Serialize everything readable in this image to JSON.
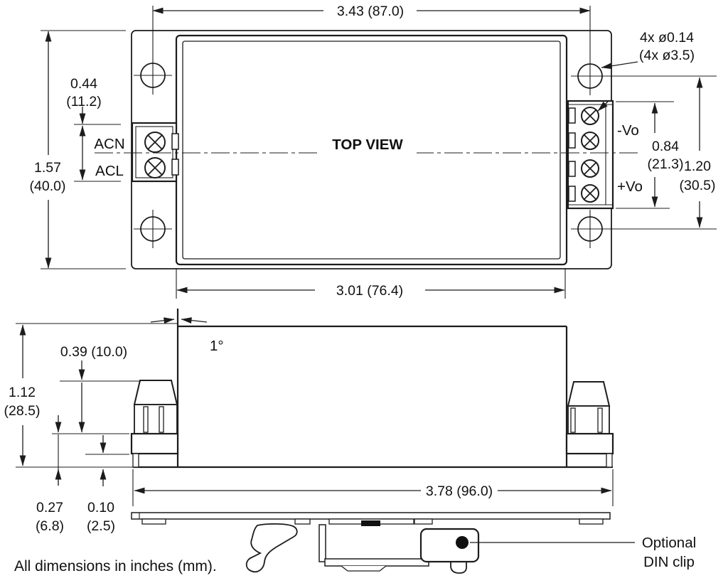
{
  "drawing": {
    "top_view": {
      "title": "TOP VIEW",
      "dim_hole_span": "3.43 (87.0)",
      "dim_body_width": "3.01 (76.4)",
      "dim_height_in": "1.57",
      "dim_height_mm": "(40.0)",
      "dim_ac_block_in": "0.44",
      "dim_ac_block_mm": "(11.2)",
      "dim_dc_block_in": "0.84",
      "dim_dc_block_mm": "(21.3)",
      "dim_hole_vspan_in": "1.20",
      "dim_hole_vspan_mm": "(30.5)",
      "hole_callout_line1": "4x ø0.14",
      "hole_callout_line2": "(4x ø3.5)",
      "terminal_acn": "ACN",
      "terminal_acl": "ACL",
      "terminal_vneg": "-Vo",
      "terminal_vpos": "+Vo"
    },
    "side_view": {
      "dim_overall_height_in": "1.12",
      "dim_overall_height_mm": "(28.5)",
      "dim_terminal_recess": "0.39 (10.0)",
      "dim_foot_in": "0.27",
      "dim_foot_mm": "(6.8)",
      "dim_plate_in": "0.10",
      "dim_plate_mm": "(2.5)",
      "dim_overall_length": "3.78 (96.0)",
      "draft_angle": "1°",
      "din_clip_line1": "Optional",
      "din_clip_line2": "DIN clip"
    },
    "footnote": "All dimensions in inches (mm).",
    "colors": {
      "line": "#1c1c1c",
      "background": "#ffffff"
    }
  }
}
